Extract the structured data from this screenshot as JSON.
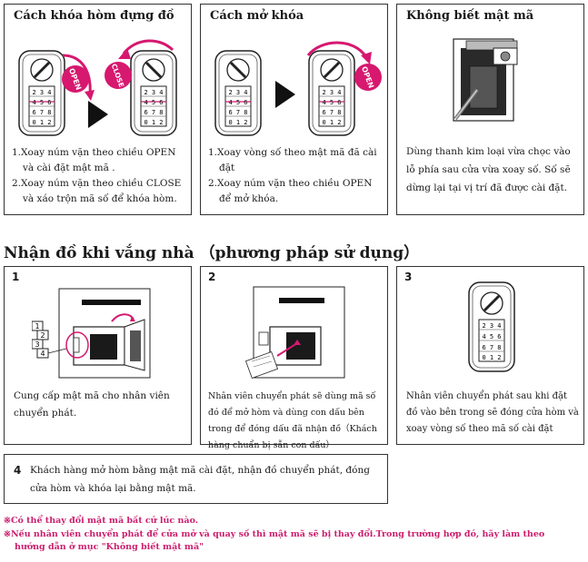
{
  "top": {
    "lock": {
      "title": "Cách khóa hòm đựng đồ",
      "open_badge": "OPEN",
      "close_badge": "CLOSE",
      "steps": [
        "1.Xoay núm vặn theo chiều OPEN và cài đặt mật mã .",
        "2.Xoay núm vặn theo chiều CLOSE và xáo trộn mã số để khóa hòm."
      ]
    },
    "unlock": {
      "title": "Cách mở khóa",
      "open_badge": "OPEN",
      "steps": [
        "1.Xoay vòng số theo mật mã đã cài đặt",
        "2.Xoay núm vặn theo chiều OPEN để mở khóa."
      ]
    },
    "forgot": {
      "title": "Không biết mật mã",
      "text": "Dùng thanh kim loại vừa chọc vào lỗ phía sau cửa vừa xoay số. Số sẽ dừng lại tại vị trí đã được cài đặt."
    }
  },
  "usage": {
    "title": "Nhận đồ khi vắng nhà （phương pháp sử dụng）",
    "panels": [
      {
        "number": "1",
        "labels": [
          "1",
          "2",
          "3",
          "4"
        ],
        "caption": "Cung cấp mật mã cho nhân viên chuyển phát."
      },
      {
        "number": "2",
        "caption": "Nhân viên chuyển phát sẽ dùng mã số đó để mở hòm và dùng con dấu bên trong để đóng dấu đã nhận đồ（Khách hàng chuẩn bị sẵn con dấu）"
      },
      {
        "number": "3",
        "caption": "Nhân viên chuyển phát sau khi đặt đồ vào bên trong sẽ đóng cửa hòm và xoay vòng số theo mã số cài đặt"
      }
    ],
    "step4": {
      "number": "4",
      "text": "Khách hàng mở hòm bằng mật mã cài đặt, nhận đồ chuyển phát, đóng cửa hòm và khóa lại bằng mật mã."
    }
  },
  "dial_rows": [
    "2 3 4",
    "4 5 6",
    "6 7 8",
    "0 1 2"
  ],
  "notes": [
    "※Có thể thay đổi mật mã bất cứ lúc nào.",
    "※Nếu nhân viên chuyển phát để cửa mở và quay số thì mật mã sẽ bị thay đổi.Trong trường hợp đó, hãy làm theo",
    "hướng dẫn ở mục \"Không biết mật mã\""
  ],
  "colors": {
    "accent": "#d6186f",
    "note": "#cc1e6e",
    "border": "#333333"
  }
}
